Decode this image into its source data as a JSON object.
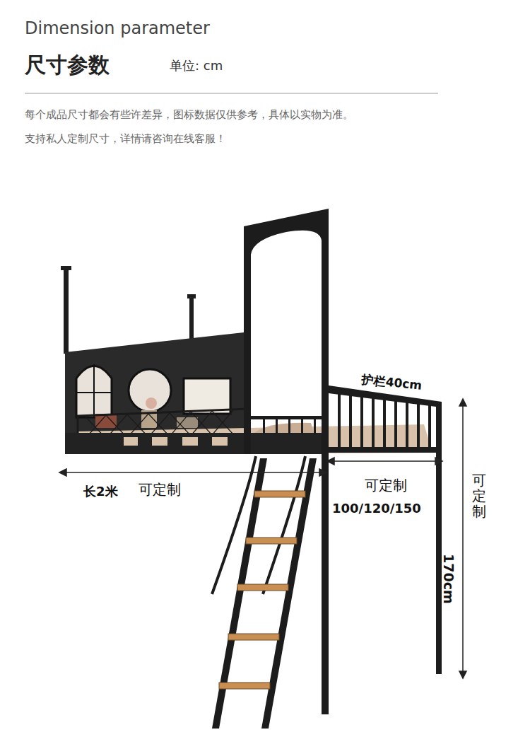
{
  "diagram": {
    "title": "Dimension parameter",
    "labels": [
      "尺寸参数",
      "单位: cm",
      "每个成品尺寸都会有些许差异，图标数据仅供参考，具体以实物为准。",
      "支持私人定制尺寸，详情请咨询在线客服！",
      "护栏40cm",
      "长2米",
      "可定制",
      "可定制",
      "100/120/150",
      "可定制",
      "170cm"
    ]
  }
}
